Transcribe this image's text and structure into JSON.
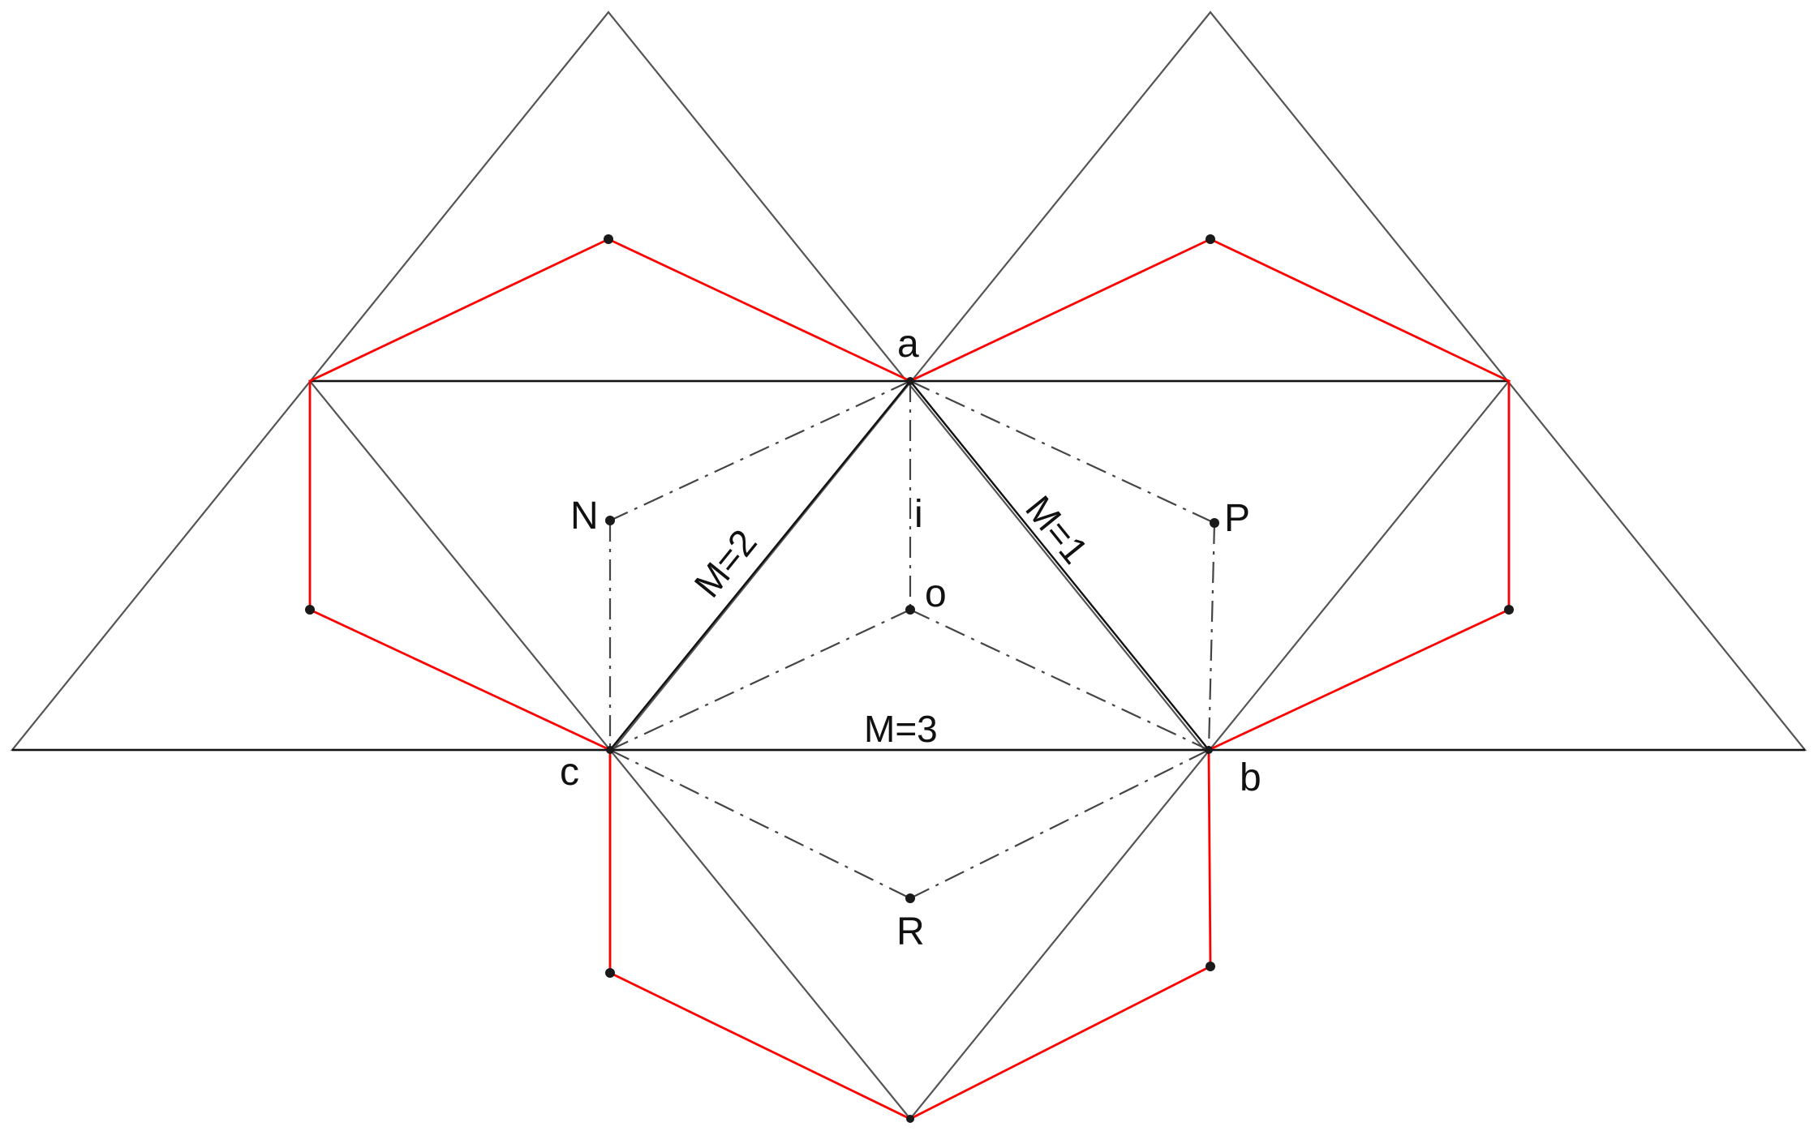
{
  "labels": {
    "a": "a",
    "b": "b",
    "c": "c",
    "o": "o",
    "i": "i",
    "N": "N",
    "P": "P",
    "R": "R",
    "m1": "M=1",
    "m2": "M=2",
    "m3": "M=3"
  },
  "colors": {
    "black_lines": "#111111",
    "triangle_lines": "#555555",
    "red_path": "#ff0000",
    "dash_dot": "#444444",
    "points": "#1a1a1a"
  }
}
